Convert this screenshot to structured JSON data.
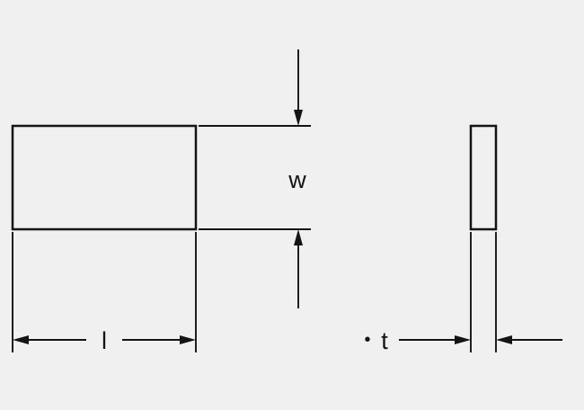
{
  "figure": {
    "kind": "dimension-drawing",
    "views": {
      "front": "rectangular plate front view",
      "side": "plate side thickness view"
    },
    "labels": {
      "width": "w",
      "length": "l",
      "thickness": "t",
      "thickness_bullet": "•"
    },
    "colors": {
      "background": "#f0f0f0",
      "line": "#141414"
    }
  }
}
